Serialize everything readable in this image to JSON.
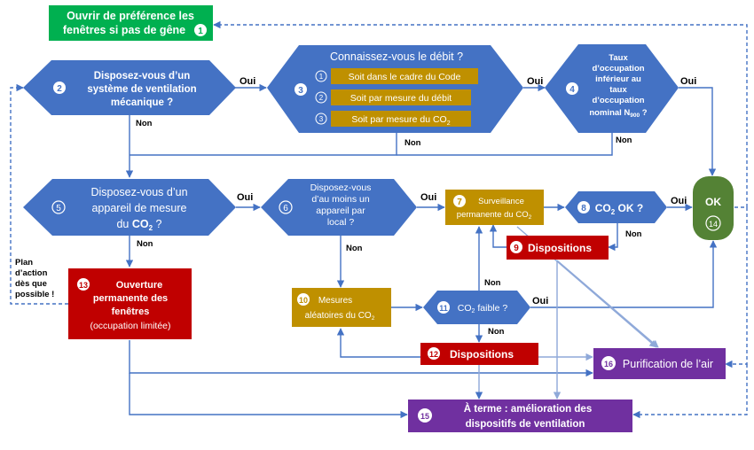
{
  "colors": {
    "blue": "#4472C4",
    "green": "#00B050",
    "dark_green": "#548235",
    "gold": "#BF9000",
    "red": "#C00000",
    "purple": "#7030A0",
    "arrow": "#4472C4"
  },
  "nodes": {
    "n1": {
      "num": "1",
      "line1": "Ouvrir de préférence les",
      "line2": "fenêtres si pas de gêne"
    },
    "n2": {
      "num": "2",
      "line1": "Disposez-vous d’un",
      "line2": "système de ventilation",
      "line3": "mécanique ?"
    },
    "n3": {
      "num": "3",
      "title": "Connaissez-vous le débit ?",
      "opt1_num": "1",
      "opt1": "Soit dans le cadre du Code",
      "opt2_num": "2",
      "opt2": "Soit par mesure du débit",
      "opt3_num": "3",
      "opt3_prefix": "Soit par mesure du CO",
      "opt3_sub": "2"
    },
    "n4": {
      "num": "4",
      "line1": "Taux",
      "line2": "d’occupation",
      "line3": "inférieur au",
      "line4": "taux",
      "line5": "d’occupation",
      "line6_prefix": "nominal N",
      "line6_sub": "900",
      "line6_suffix": " ?"
    },
    "n5": {
      "num": "5",
      "line1": "Disposez-vous d’un",
      "line2": "appareil de mesure",
      "line3_prefix": "du ",
      "line3_bold": "CO",
      "line3_sub": "2",
      "line3_suffix": " ?"
    },
    "n6": {
      "num": "6",
      "line1": "Disposez-vous",
      "line2": "d’au moins un",
      "line3": "appareil par",
      "line4": "local ?"
    },
    "n7": {
      "num": "7",
      "line1": "Surveillance",
      "line2_prefix": "permanente du CO",
      "line2_sub": "2"
    },
    "n8": {
      "num": "8",
      "text_prefix": "CO",
      "text_sub": "2",
      "text_suffix": " OK ?"
    },
    "n9": {
      "num": "9",
      "text": "Dispositions"
    },
    "n10": {
      "num": "10",
      "line1": "Mesures",
      "line2_prefix": "aléatoires du CO",
      "line2_sub": "2"
    },
    "n11": {
      "num": "11",
      "text_prefix": "CO",
      "text_sub": "2",
      "text_suffix": " faible ?"
    },
    "n12": {
      "num": "12",
      "text": "Dispositions"
    },
    "n13": {
      "num": "13",
      "line1": "Ouverture",
      "line2": "permanente des",
      "line3": "fenêtres",
      "line4": "(occupation limitée)"
    },
    "n14": {
      "num": "14",
      "text": "OK"
    },
    "n15": {
      "num": "15",
      "line1": "À terme : amélioration des",
      "line2": "dispositifs de ventilation"
    },
    "n16": {
      "num": "16",
      "text": "Purification de l’air"
    }
  },
  "edge_labels": {
    "oui": "Oui",
    "non": "Non",
    "plan_line1": "Plan",
    "plan_line2": "d’action",
    "plan_line3": "dès que",
    "plan_line4": "possible !"
  }
}
